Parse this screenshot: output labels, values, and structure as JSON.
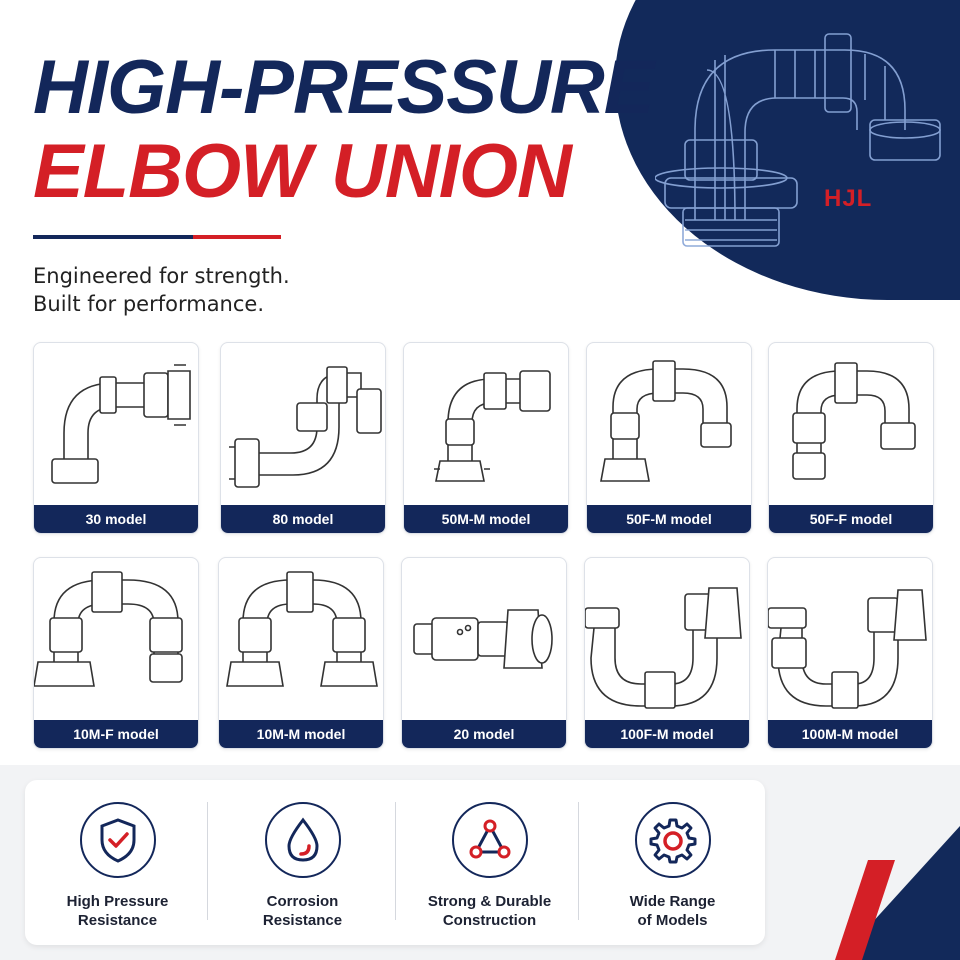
{
  "title": {
    "line1": "HIGH-PRESSURE",
    "line2": "ELBOW UNION"
  },
  "tagline": {
    "line1": "Engineered for strength.",
    "line2": "Built for performance."
  },
  "brand": {
    "logo_text": "HJL"
  },
  "colors": {
    "navy": "#13275a",
    "red": "#d41f26"
  },
  "models": [
    {
      "label": "30 model",
      "icon": "elbow-90-icon"
    },
    {
      "label": "80 model",
      "icon": "elbow-double-icon"
    },
    {
      "label": "50M-M model",
      "icon": "elbow-90-nut-icon"
    },
    {
      "label": "50F-M model",
      "icon": "elbow-180-nut-icon"
    },
    {
      "label": "50F-F model",
      "icon": "elbow-180-icon"
    },
    {
      "label": "10M-F model",
      "icon": "u-bend-nut-icon"
    },
    {
      "label": "10M-M model",
      "icon": "u-bend-two-nut-icon"
    },
    {
      "label": "20 model",
      "icon": "straight-swivel-icon"
    },
    {
      "label": "100F-M model",
      "icon": "s-bend-nut-icon"
    },
    {
      "label": "100M-M model",
      "icon": "s-bend-icon"
    }
  ],
  "features": [
    {
      "line1": "High Pressure",
      "line2": "Resistance",
      "icon": "shield-check-icon"
    },
    {
      "line1": "Corrosion",
      "line2": "Resistance",
      "icon": "water-drop-icon"
    },
    {
      "line1": "Strong & Durable",
      "line2": "Construction",
      "icon": "triangle-nodes-icon"
    },
    {
      "line1": "Wide Range",
      "line2": "of Models",
      "icon": "gear-icon"
    }
  ]
}
